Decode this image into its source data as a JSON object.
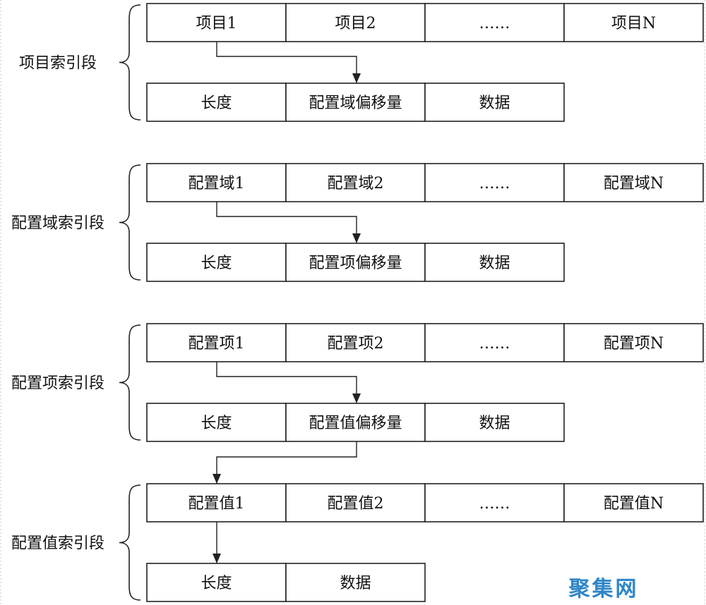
{
  "sections": [
    {
      "label": "项目索引段",
      "top_row": [
        "项目1",
        "项目2",
        "……",
        "项目N"
      ],
      "bottom_row": [
        "长度",
        "配置域偏移量",
        "数据"
      ]
    },
    {
      "label": "配置域索引段",
      "top_row": [
        "配置域1",
        "配置域2",
        "……",
        "配置域N"
      ],
      "bottom_row": [
        "长度",
        "配置项偏移量",
        "数据"
      ]
    },
    {
      "label": "配置项索引段",
      "top_row": [
        "配置项1",
        "配置项2",
        "……",
        "配置项N"
      ],
      "bottom_row": [
        "长度",
        "配置值偏移量",
        "数据"
      ]
    },
    {
      "label": "配置值索引段",
      "top_row": [
        "配置值1",
        "配置值2",
        "……",
        "配置值N"
      ],
      "bottom_row": [
        "长度",
        "数据"
      ]
    }
  ],
  "watermark": "聚集网",
  "colors": {
    "line": "#222222",
    "watermark": "#2f86c8"
  }
}
